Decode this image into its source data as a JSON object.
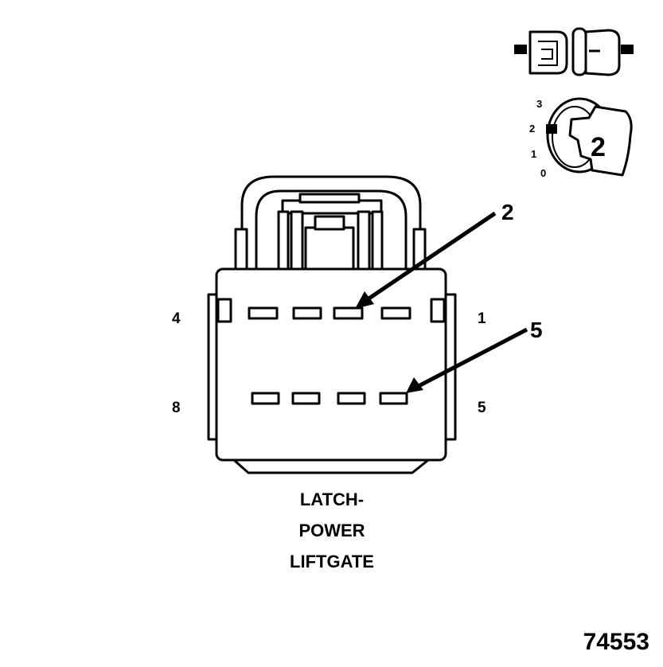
{
  "figure_number": "74553",
  "connector_title": [
    "LATCH-",
    "POWER",
    "LIFTGATE"
  ],
  "pin_labels": {
    "top_left": "4",
    "top_right": "1",
    "bottom_left": "8",
    "bottom_right": "5"
  },
  "callouts": [
    {
      "label": "2"
    },
    {
      "label": "5"
    }
  ],
  "icons": {
    "connector_icon": "connector-halves-icon",
    "key_icon": "ignition-key-icon",
    "key_number": "2",
    "key_positions": [
      "3",
      "2",
      "1",
      "0"
    ]
  }
}
